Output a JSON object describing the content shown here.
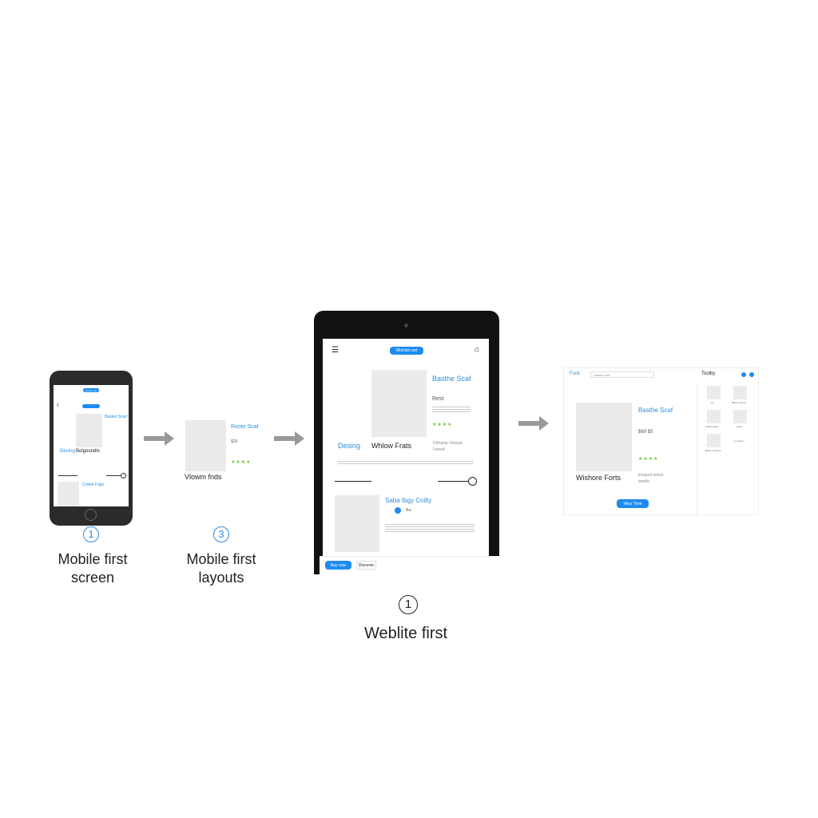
{
  "steps": [
    {
      "number": "1",
      "caption_line1": "Mobile first",
      "caption_line2": "screen"
    },
    {
      "number": "3",
      "caption_line1": "Mobile first",
      "caption_line2": "layouts"
    },
    {
      "number": "1",
      "caption_line1": "Weblite first"
    }
  ],
  "phone": {
    "top_button": "Mobile cart",
    "product_title": "Basket Scarf",
    "left_label": "Desing",
    "heading": "Bolgoundts",
    "section_title": "Cloted Frgis"
  },
  "layout": {
    "product_title": "Roote Scaf",
    "price": "$29",
    "heading": "Vlowm fnds",
    "stars": "★★★★"
  },
  "tablet": {
    "top_button": "Wishlist cart",
    "product_title": "Basthe Scaf",
    "price": "Rest",
    "left_label": "Desing",
    "heading": "Whlow Frats",
    "option1": "Dirhamp Vinsuet",
    "option2": "Lnwett",
    "section_title": "Saba Ibgy Coilty",
    "tag": "Bw",
    "stars": "★★★★",
    "bottom_primary": "Buy now",
    "bottom_secondary": "Discover"
  },
  "desktop": {
    "logo": "Fuck",
    "search_placeholder": "Dasthe stile",
    "sidebar_title": "Toolby",
    "product_title": "Basthe Scaf",
    "price": "$69 $5",
    "heading": "Wishore Forts",
    "option1": "Empord sneat",
    "option2": "wxello",
    "cta": "Wisy Time",
    "stars": "★★★★",
    "thumb_labels": [
      "Fo",
      "Plannt carnes",
      "Pusam dess",
      "Grow",
      "Bishy T Awses",
      "Cocedthet"
    ]
  }
}
